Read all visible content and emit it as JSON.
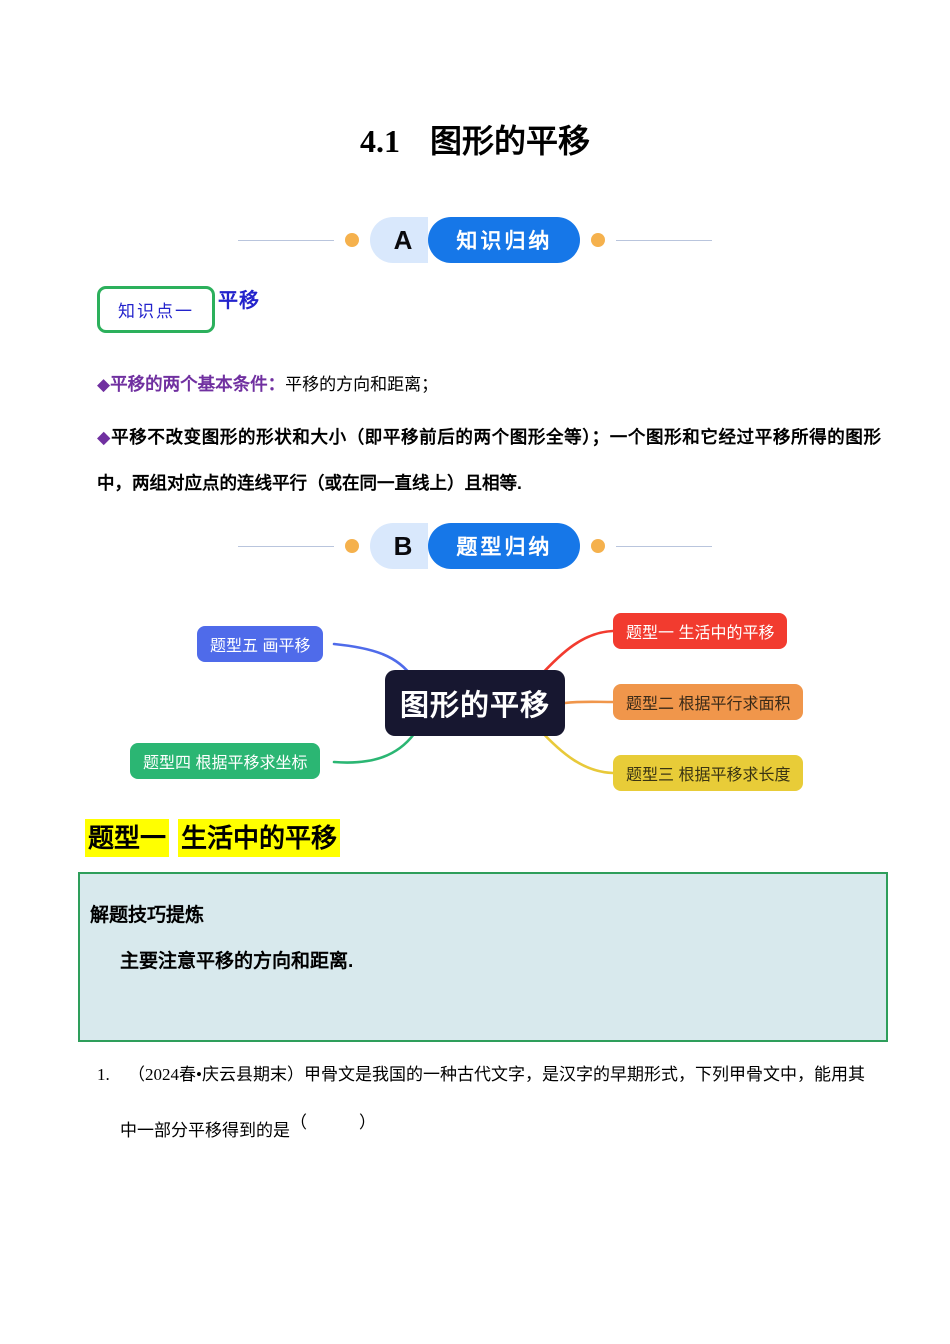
{
  "page": {
    "title_number": "4.1",
    "title_text": "图形的平移"
  },
  "badge_a": {
    "letter": "A",
    "label": "知识归纳"
  },
  "badge_b": {
    "letter": "B",
    "label": "题型归纳"
  },
  "knowledge": {
    "point_badge": "知识点一",
    "point_title": "平移",
    "bullet1_marker": "◆",
    "bullet1_head": "平移的两个基本条件：",
    "bullet1_body": "平移的方向和距离；",
    "bullet2_marker": "◆",
    "bullet2_body": "平移不改变图形的形状和大小（即平移前后的两个图形全等）；一个图形和它经过平移所得的图形中，两组对应点的连线平行（或在同一直线上）且相等."
  },
  "mindmap": {
    "center": "图形的平移",
    "nodes": [
      {
        "label": "题型五 画平移",
        "color": "#4f6bea",
        "text_color": "#ffffff"
      },
      {
        "label": "题型四 根据平移求坐标",
        "color": "#2bb673",
        "text_color": "#ffffff"
      },
      {
        "label": "题型一 生活中的平移",
        "color": "#f23b2f",
        "text_color": "#ffffff"
      },
      {
        "label": "题型二 根据平行求面积",
        "color": "#f0964b",
        "text_color": "#3a2a18"
      },
      {
        "label": "题型三 根据平移求长度",
        "color": "#e8cc38",
        "text_color": "#3a3413"
      }
    ]
  },
  "topic1": {
    "heading_part1": "题型一",
    "heading_part2": "生活中的平移",
    "tips_title": "解题技巧提炼",
    "tips_body": "主要注意平移的方向和距离.",
    "q1_number": "1.",
    "q1_line1": "（2024春•庆云县期末）甲骨文是我国的一种古代文字，是汉字的早期形式，下列甲骨文中，能用其",
    "q1_line2": "中一部分平移得到的是",
    "q1_paren": "（　　）"
  },
  "colors": {
    "badge_blue": "#1677e8",
    "badge_light_blue": "#d9e8fc",
    "deco_dot_orange": "#f5b14d",
    "knowledge_border_green": "#2cb05c",
    "knowledge_text_blue": "#2323cc",
    "bullet_purple": "#7030a0",
    "highlight_yellow": "#ffff00",
    "tips_background": "#d8e9ed",
    "tips_border_green": "#2e9e5b",
    "mindmap_center_bg": "#171730",
    "connector_blue": "#4f6bea",
    "connector_green": "#2bb673",
    "connector_red": "#f23b2f",
    "connector_orange": "#f0964b",
    "connector_yellow": "#e8c93a"
  }
}
